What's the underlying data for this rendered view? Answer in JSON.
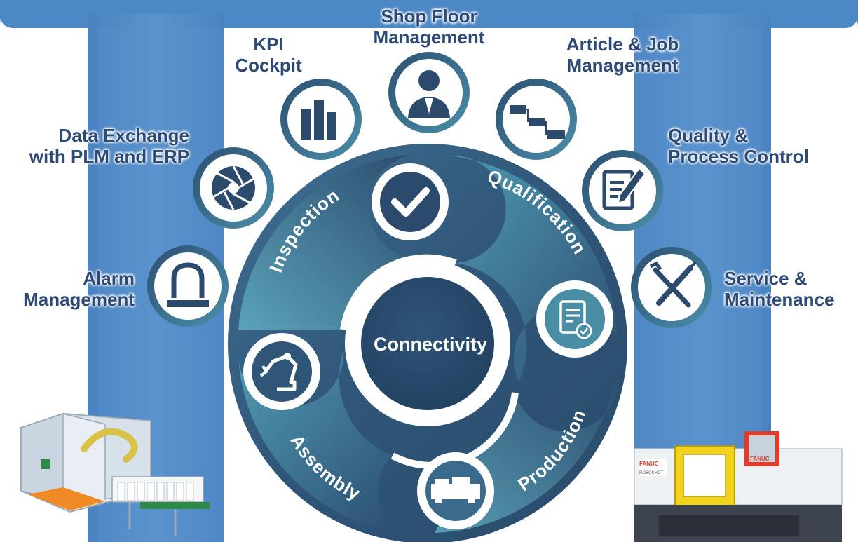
{
  "center_label": "Connectivity",
  "segments": [
    {
      "label": "Inspection"
    },
    {
      "label": "Qualification"
    },
    {
      "label": "Production"
    },
    {
      "label": "Assembly"
    }
  ],
  "modules": [
    {
      "id": "shop-floor",
      "lines": [
        "Shop Floor",
        "Management"
      ],
      "icon": "manager-icon"
    },
    {
      "id": "kpi",
      "lines": [
        "KPI",
        "Cockpit"
      ],
      "icon": "bar-chart-icon"
    },
    {
      "id": "article-job",
      "lines": [
        "Article & Job",
        "Management"
      ],
      "icon": "gantt-icon"
    },
    {
      "id": "data-exchange",
      "lines": [
        "Data Exchange",
        "with PLM and ERP"
      ],
      "icon": "aperture-icon"
    },
    {
      "id": "quality",
      "lines": [
        "Quality &",
        "Process Control"
      ],
      "icon": "edit-document-icon"
    },
    {
      "id": "alarm",
      "lines": [
        "Alarm",
        "Management"
      ],
      "icon": "alarm-light-icon"
    },
    {
      "id": "service",
      "lines": [
        "Service &",
        "Maintenance"
      ],
      "icon": "tools-icon"
    }
  ],
  "machine_labels": {
    "brand": "FANUC",
    "model": "ROBOSHOT"
  },
  "colors": {
    "pillar": "#4d88c6",
    "dark_navy": "#2a4566",
    "teal": "#4a8ea6",
    "label": "#2c4a75"
  }
}
